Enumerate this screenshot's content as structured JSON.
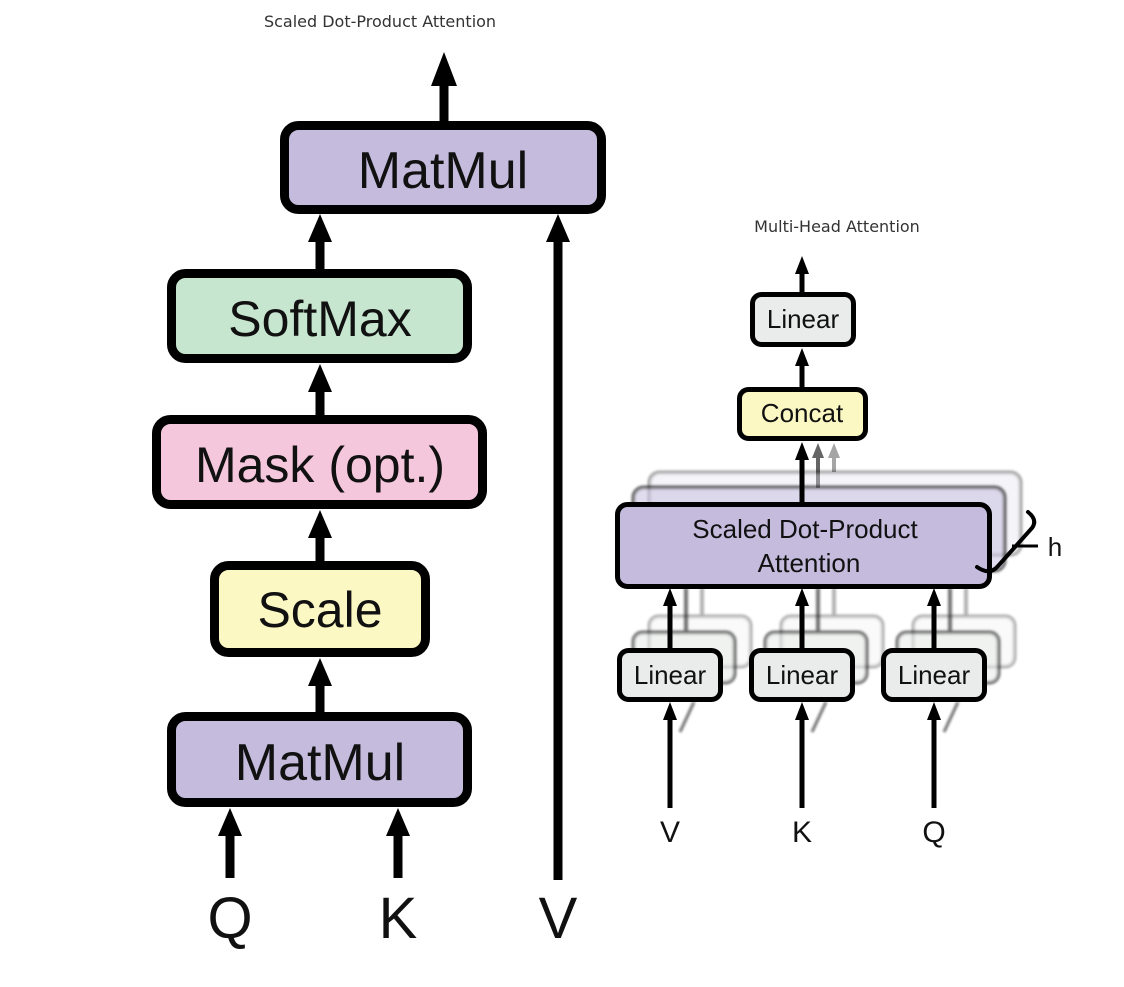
{
  "colors": {
    "stroke": "#000000",
    "matmul": "#c4bbdd",
    "softmax": "#c7e6d0",
    "mask": "#f5c7dc",
    "scale": "#fcf8c4",
    "linear": "#e9ecea",
    "concat": "#fcf8c4",
    "sdpa": "#c4bbdd"
  },
  "left": {
    "caption": "Scaled Dot-Product Attention",
    "boxes": {
      "matmul_top": "MatMul",
      "softmax": "SoftMax",
      "mask": "Mask (opt.)",
      "scale": "Scale",
      "matmul_bottom": "MatMul"
    },
    "inputs": {
      "q": "Q",
      "k": "K",
      "v": "V"
    }
  },
  "right": {
    "caption": "Multi-Head Attention",
    "boxes": {
      "linear_out": "Linear",
      "concat": "Concat",
      "sdpa_line1": "Scaled Dot-Product",
      "sdpa_line2": "Attention",
      "linear_v": "Linear",
      "linear_k": "Linear",
      "linear_q": "Linear"
    },
    "heads_label": "h",
    "inputs": {
      "v": "V",
      "k": "K",
      "q": "Q"
    }
  }
}
